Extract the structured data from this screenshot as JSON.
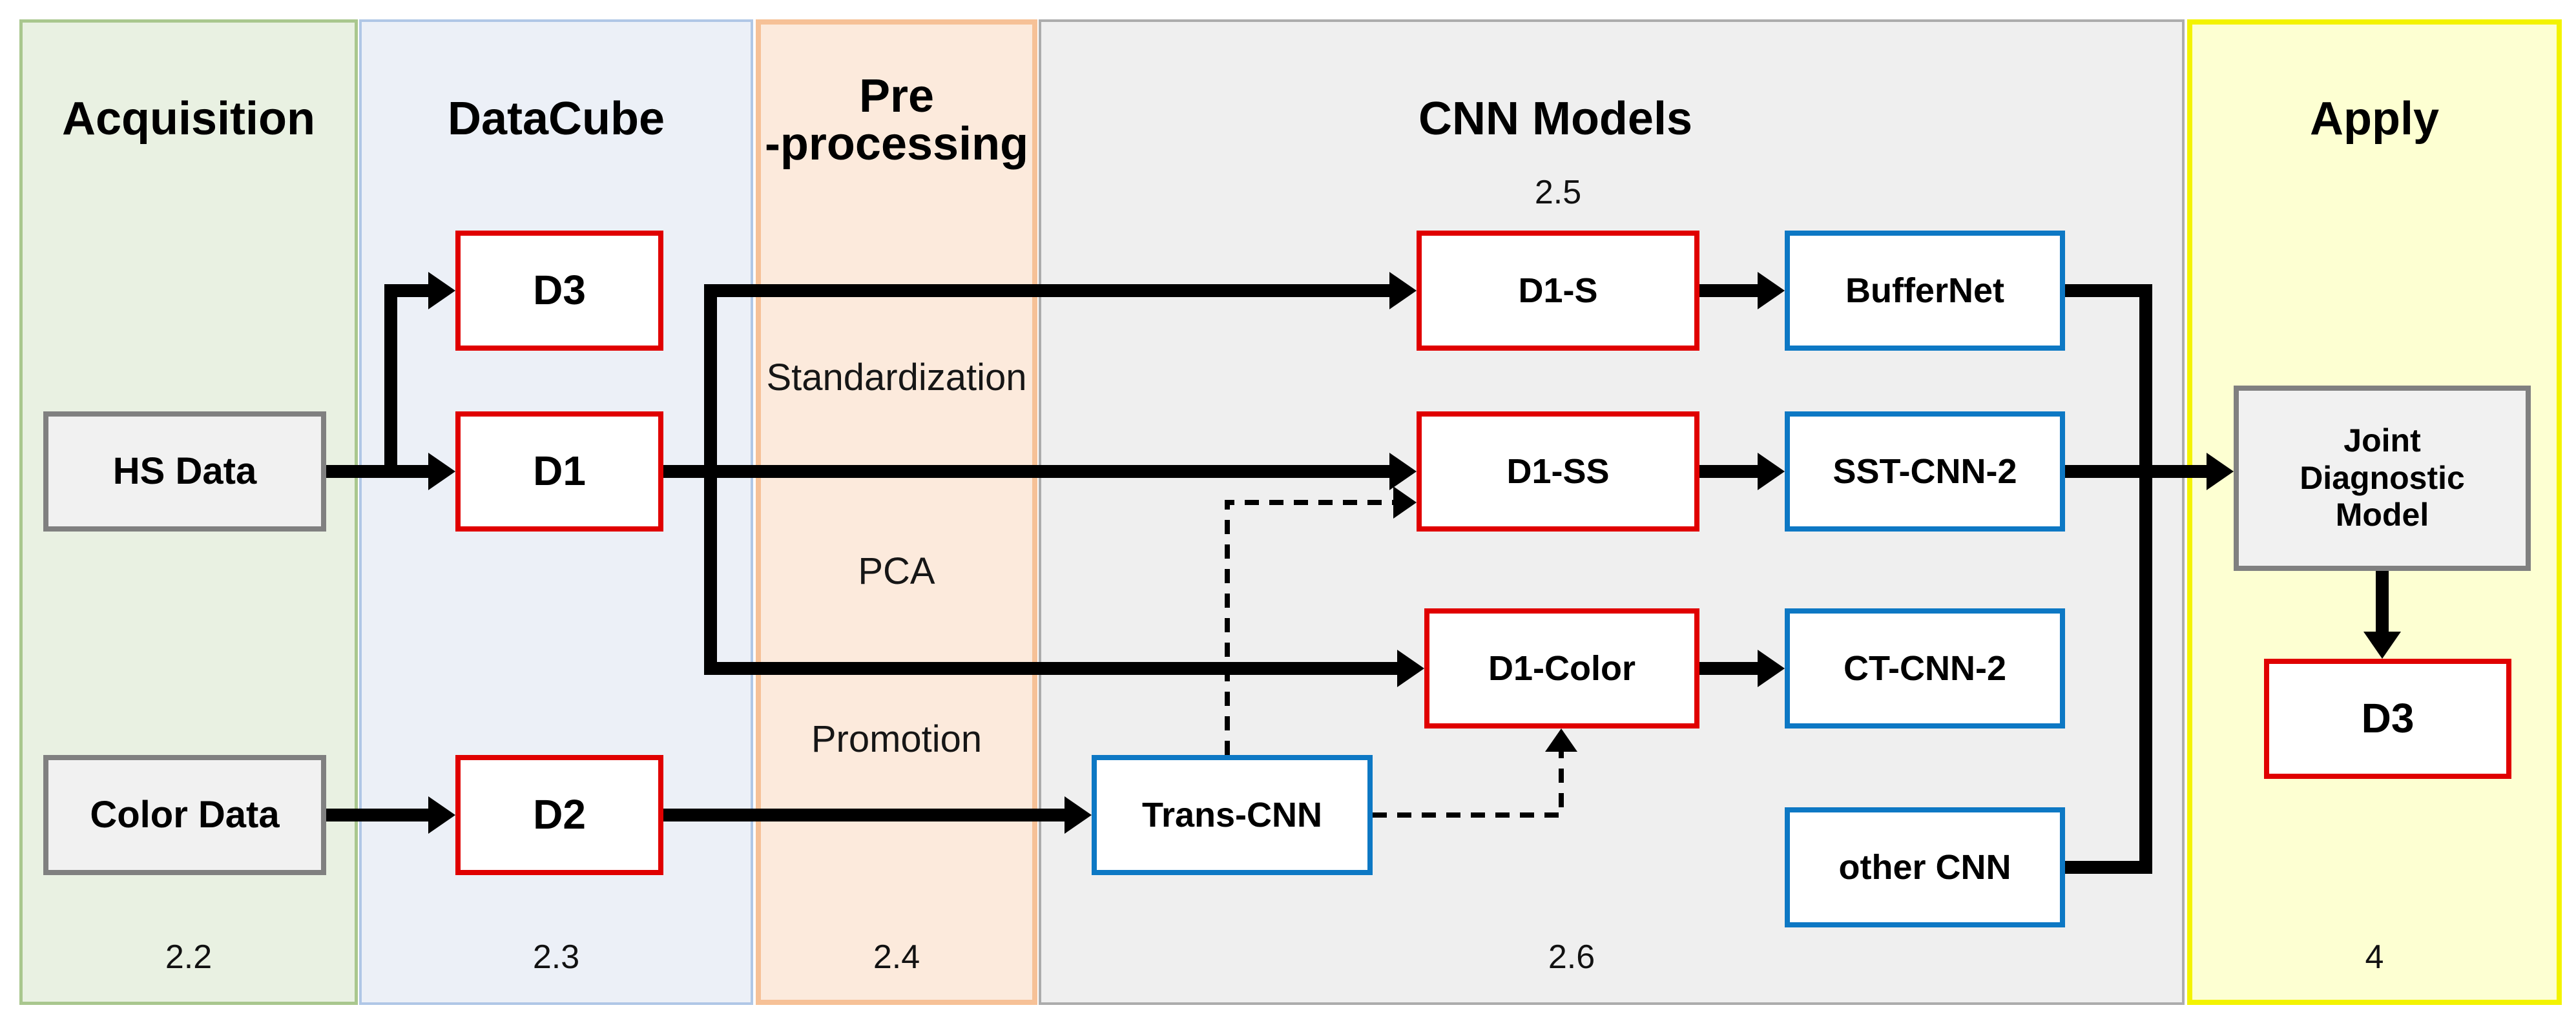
{
  "columns": [
    {
      "label": "Acquisition",
      "number": "2.2"
    },
    {
      "label": "DataCube",
      "number": "2.3"
    },
    {
      "label_line1": "Pre",
      "label_line2": "-processing",
      "number": "2.4"
    },
    {
      "label": "CNN Models",
      "number": "2.6",
      "sublabel": "2.5"
    },
    {
      "label": "Apply",
      "number": "4"
    }
  ],
  "preprocessing_steps": {
    "standardization": "Standardization",
    "pca": "PCA",
    "promotion": "Promotion"
  },
  "nodes": {
    "hs_data": "HS Data",
    "color_data": "Color Data",
    "d3_cube": "D3",
    "d1_cube": "D1",
    "d2_cube": "D2",
    "d1_s": "D1-S",
    "d1_ss": "D1-SS",
    "d1_color": "D1-Color",
    "trans_cnn": "Trans-CNN",
    "buffernet": "BufferNet",
    "sst_cnn_2": "SST-CNN-2",
    "ct_cnn_2": "CT-CNN-2",
    "other_cnn": "other CNN",
    "joint_diagnostic_model": "Joint Diagnostic Model",
    "apply_d3": "D3"
  },
  "colors": {
    "acquisition_bg": "#E9F1E2",
    "acquisition_border": "#A9C78E",
    "datacube_bg": "#ECF0F7",
    "datacube_border": "#B0C7E6",
    "preprocessing_bg": "#FCEADC",
    "preprocessing_border": "#F6C197",
    "cnn_bg": "#EFEFEF",
    "cnn_border": "#ACACAC",
    "apply_bg": "#FDFFD2",
    "apply_border": "#F3F300",
    "data_box_border": "#E00000",
    "cnn_box_border": "#0D78C4",
    "io_box_border": "#808080",
    "io_box_bg": "#F1F1F1",
    "arrow_color": "#000000"
  }
}
